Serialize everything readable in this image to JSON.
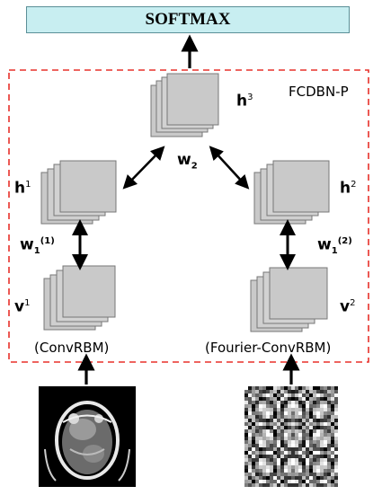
{
  "title": "SOFTMAX",
  "model_name": "FCDBN-P",
  "nodes": {
    "h3": {
      "base": "h",
      "sup": "3"
    },
    "h1": {
      "base": "h",
      "sup": "1"
    },
    "h2": {
      "base": "h",
      "sup": "2"
    },
    "v1": {
      "base": "v",
      "sup": "1"
    },
    "v2": {
      "base": "v",
      "sup": "2"
    }
  },
  "weights": {
    "w2": {
      "base": "w",
      "sub": "2"
    },
    "w1_1": {
      "base": "w",
      "sub": "1",
      "sup": "(1)"
    },
    "w1_2": {
      "base": "w",
      "sub": "1",
      "sup": "(2)"
    }
  },
  "captions": {
    "left": "(ConvRBM)",
    "right": "(Fourier-ConvRBM)"
  },
  "colors": {
    "softmax_fill": "#c8eef1",
    "dashed_border": "#e8302a",
    "layer_fill": "#c9c9c9"
  }
}
